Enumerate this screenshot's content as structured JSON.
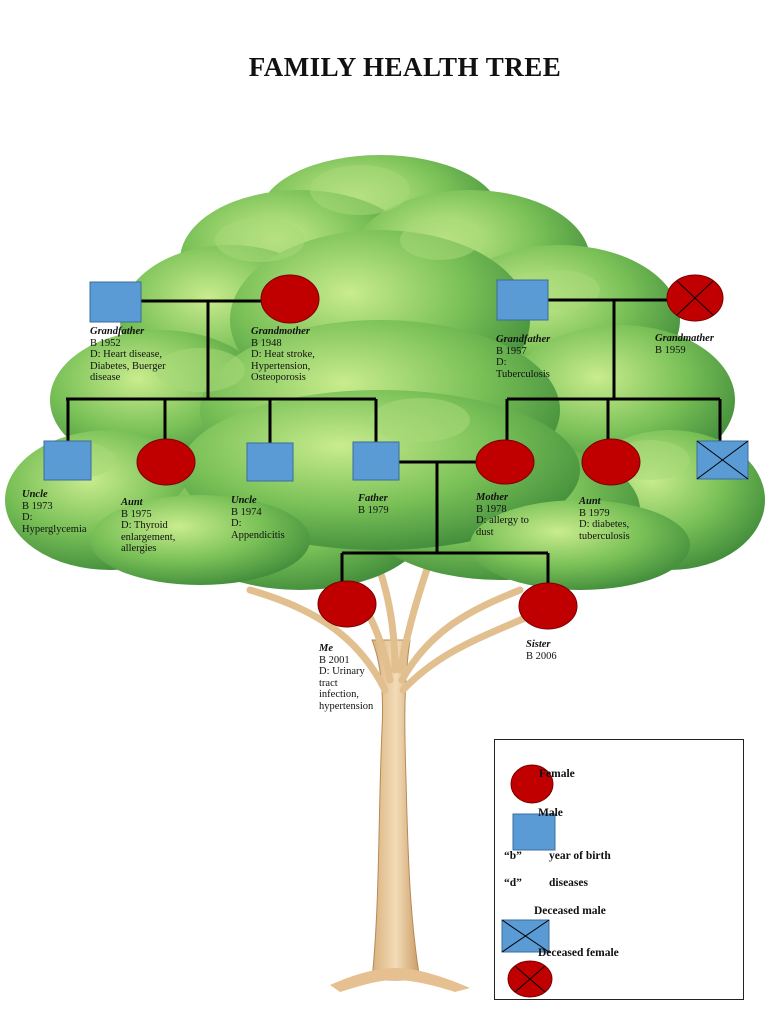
{
  "title": "FAMILY HEALTH TREE",
  "colors": {
    "male": "#5b9bd5",
    "female": "#c00000",
    "line": "#000000",
    "foliage": "#6fb84a",
    "trunk": "#e8c89a"
  },
  "people": {
    "grandfather_paternal": {
      "role": "Grandfather",
      "born": "B 1952",
      "diseases": [
        "D: Heart disease,",
        "Diabetes, Buerger",
        "disease"
      ]
    },
    "grandmother_paternal": {
      "role": "Grandmother",
      "born": "B 1948",
      "diseases": [
        "D: Heat stroke,",
        "Hypertension,",
        "Osteoporosis"
      ]
    },
    "grandfather_maternal": {
      "role": "Grandfather",
      "born": "B 1957",
      "diseases": [
        "D:",
        "Tuberculosis"
      ]
    },
    "grandmother_maternal": {
      "role": "Grandmather",
      "born": "B 1959",
      "diseases": []
    },
    "uncle_1": {
      "role": "Uncle",
      "born": "B 1973",
      "diseases": [
        "D:",
        "Hyperglycemia"
      ]
    },
    "aunt_1": {
      "role": "Aunt",
      "born": "B 1975",
      "diseases": [
        "D: Thyroid",
        "enlargement,",
        "allergies"
      ]
    },
    "uncle_2": {
      "role": "Uncle",
      "born": "B 1974",
      "diseases": [
        "D:",
        "Appendicitis"
      ]
    },
    "father": {
      "role": "Father",
      "born": "B 1979",
      "diseases": []
    },
    "mother": {
      "role": "Mother",
      "born": "B 1978",
      "diseases": [
        "D: allergy to",
        "dust"
      ]
    },
    "aunt_2": {
      "role": "Aunt",
      "born": "B 1979",
      "diseases": [
        "D: diabetes,",
        "tuberculosis"
      ]
    },
    "me": {
      "role": "Me",
      "born": "B 2001",
      "diseases": [
        "D: Urinary",
        "tract",
        "infection,",
        "hypertension"
      ]
    },
    "sister": {
      "role": "Sister",
      "born": "B 2006",
      "diseases": []
    }
  },
  "legend": {
    "female": "Female",
    "male": "Male",
    "b_key": "“b”",
    "b_text": "year of birth",
    "d_key": "“d”",
    "d_text": "diseases",
    "deceased_male": "Deceased male",
    "deceased_female": "Deceased female"
  }
}
